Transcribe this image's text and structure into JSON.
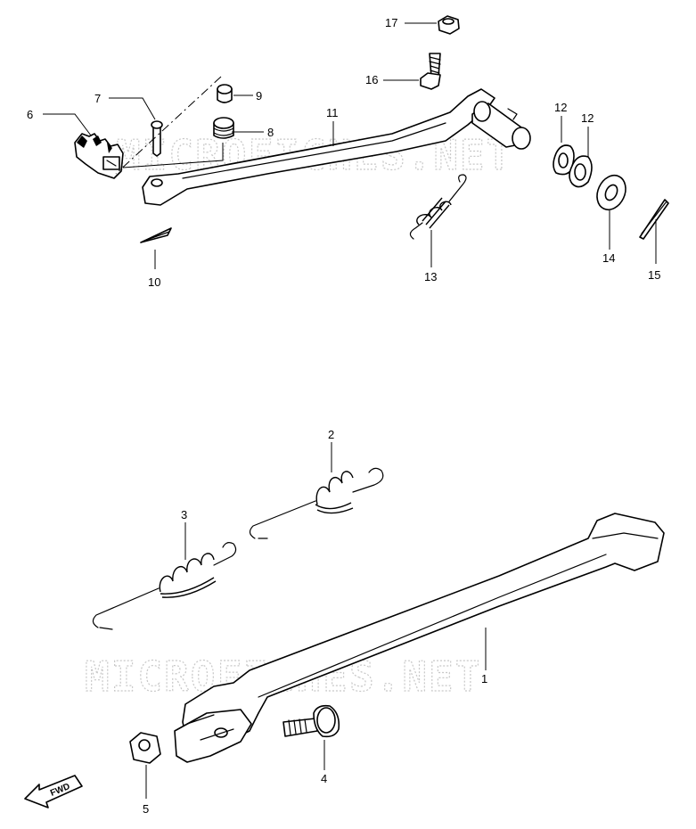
{
  "watermark": "MICROFICHES.NET",
  "direction_label": "FWD",
  "callouts": {
    "p1": "1",
    "p2": "2",
    "p3": "3",
    "p4": "4",
    "p5": "5",
    "p6": "6",
    "p7": "7",
    "p8": "8",
    "p9": "9",
    "p10": "10",
    "p11": "11",
    "p12a": "12",
    "p12b": "12",
    "p13": "13",
    "p14": "14",
    "p15": "15",
    "p16": "16",
    "p17": "17"
  }
}
